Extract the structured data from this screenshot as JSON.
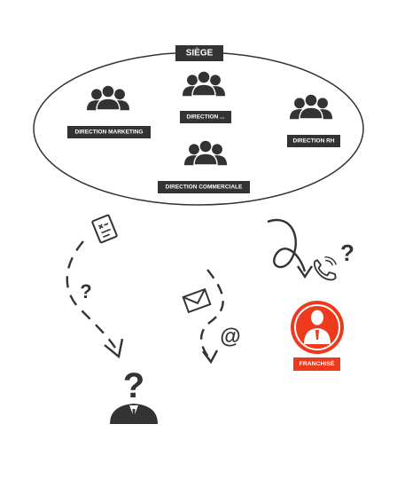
{
  "colors": {
    "dark": "#333333",
    "accent": "#ee3a1c",
    "background": "#ffffff"
  },
  "headquarters": {
    "label": "SIÈGE",
    "departments": [
      {
        "label": "DIRECTION MARKETING",
        "icon": "group-icon"
      },
      {
        "label": "DIRECTION ...",
        "icon": "group-icon"
      },
      {
        "label": "DIRECTION COMMERCIALE",
        "icon": "group-icon"
      },
      {
        "label": "DIRECTION RH",
        "icon": "group-icon"
      }
    ]
  },
  "channels": [
    {
      "icon": "document-icon",
      "symbol": "?"
    },
    {
      "icon": "envelope-icon",
      "symbol": "@"
    },
    {
      "icon": "phone-icon",
      "symbol": "?"
    }
  ],
  "recipients": {
    "unknown": {
      "icon": "person-question-icon",
      "symbol": "?"
    },
    "franchisee": {
      "label": "FRANCHISÉ",
      "icon": "person-icon"
    }
  }
}
